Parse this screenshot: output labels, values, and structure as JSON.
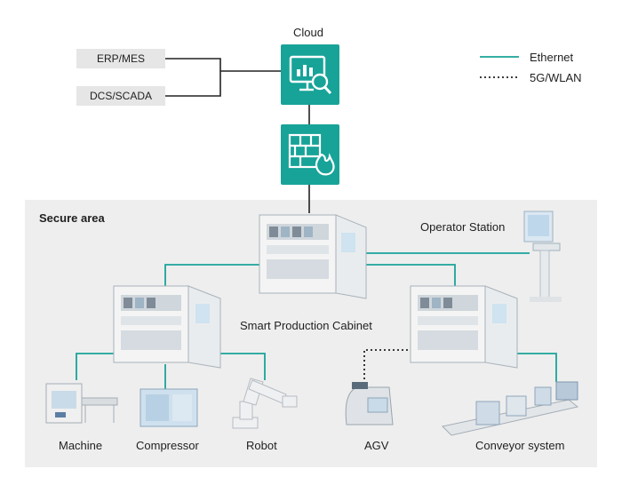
{
  "cloud": {
    "label": "Cloud",
    "icon": "monitor-analytics-icon"
  },
  "firewall": {
    "icon": "firewall-icon"
  },
  "enterprise_systems": [
    "ERP/MES",
    "DCS/SCADA"
  ],
  "legend": [
    {
      "label": "Ethernet",
      "style": "solid",
      "color": "#1aa39a"
    },
    {
      "label": "5G/WLAN",
      "style": "dotted",
      "color": "#222222"
    }
  ],
  "secure_area": {
    "label": "Secure area"
  },
  "operator_station": {
    "label": "Operator Station"
  },
  "main_cabinet": {
    "label": "Smart Production Cabinet"
  },
  "devices": {
    "machine": "Machine",
    "compressor": "Compressor",
    "robot": "Robot",
    "agv": "AGV",
    "conveyor": "Conveyor system"
  },
  "colors": {
    "accent": "#17a398",
    "ethernet": "#1aa39a",
    "secure_bg": "#eeeeee",
    "system_box": "#e6e6e6"
  }
}
